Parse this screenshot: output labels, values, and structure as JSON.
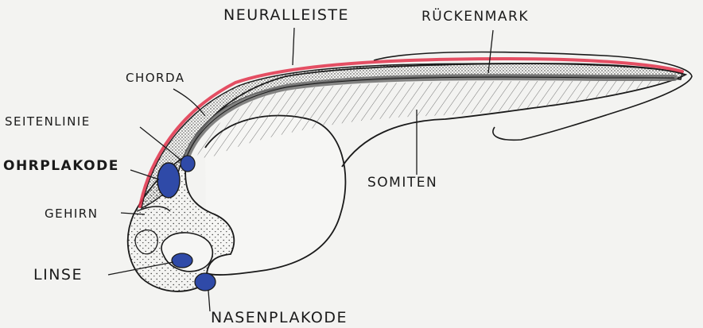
{
  "labels": {
    "neuralleiste": "NEURALLEISTE",
    "rueckenmark": "RÜCKENMARK",
    "chorda": "CHORDA",
    "seitenlinie": "SEITENLINIE",
    "ohrplakode": "OHRPLAKODE",
    "somiten": "SOMITEN",
    "gehirn": "GEHIRN",
    "linse": "LINSE",
    "nasenplakode": "NASENPLAKODE"
  },
  "colors": {
    "background": "#f3f3f1",
    "outline": "#1a1a1a",
    "neural_crest": "#e0304a",
    "placode": "#2f4aa8",
    "chord": "#6e6e6e",
    "stipple": "#2a2a2a"
  }
}
